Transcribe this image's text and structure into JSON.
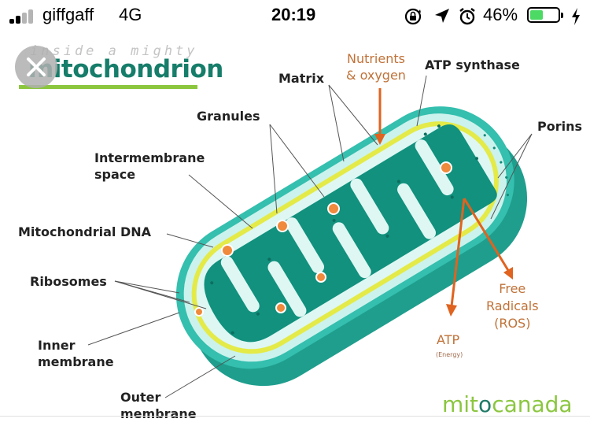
{
  "status_bar": {
    "carrier": "giffgaff",
    "network": "4G",
    "time": "20:19",
    "battery_percent": "46%",
    "battery_level": 0.46,
    "battery_color": "#4cd964",
    "icons": [
      "orientation-lock-icon",
      "location-arrow-icon",
      "alarm-clock-icon",
      "charging-bolt-icon"
    ]
  },
  "viewer": {
    "close_icon": "close-icon"
  },
  "diagram": {
    "title_top": "inside a mighty",
    "title_main": "mitochondrion",
    "labels": {
      "nutrients": "Nutrients\n& oxygen",
      "atp_synthase": "ATP synthase",
      "matrix": "Matrix",
      "granules": "Granules",
      "porins": "Porins",
      "intermembrane": "Intermembrane\nspace",
      "mito_dna": "Mitochondrial DNA",
      "ribosomes": "Ribosomes",
      "inner_membrane": "Inner\nmembrane",
      "outer_membrane": "Outer\nmembrane",
      "atp": "ATP",
      "atp_sub": "(Energy)",
      "free_radicals": "Free\nRadicals\n(ROS)"
    },
    "colors": {
      "title_green": "#167d6a",
      "underline_green": "#8cc63e",
      "outer_membrane": "#2fb8a6",
      "intermembrane": "#c9f0ec",
      "inner_membrane": "#e6ec46",
      "cristae": "#10917e",
      "granule": "#f08a3c",
      "arrow": "#e0631f"
    }
  },
  "brand": {
    "left": "mit",
    "accent": "o",
    "right": "canada"
  }
}
